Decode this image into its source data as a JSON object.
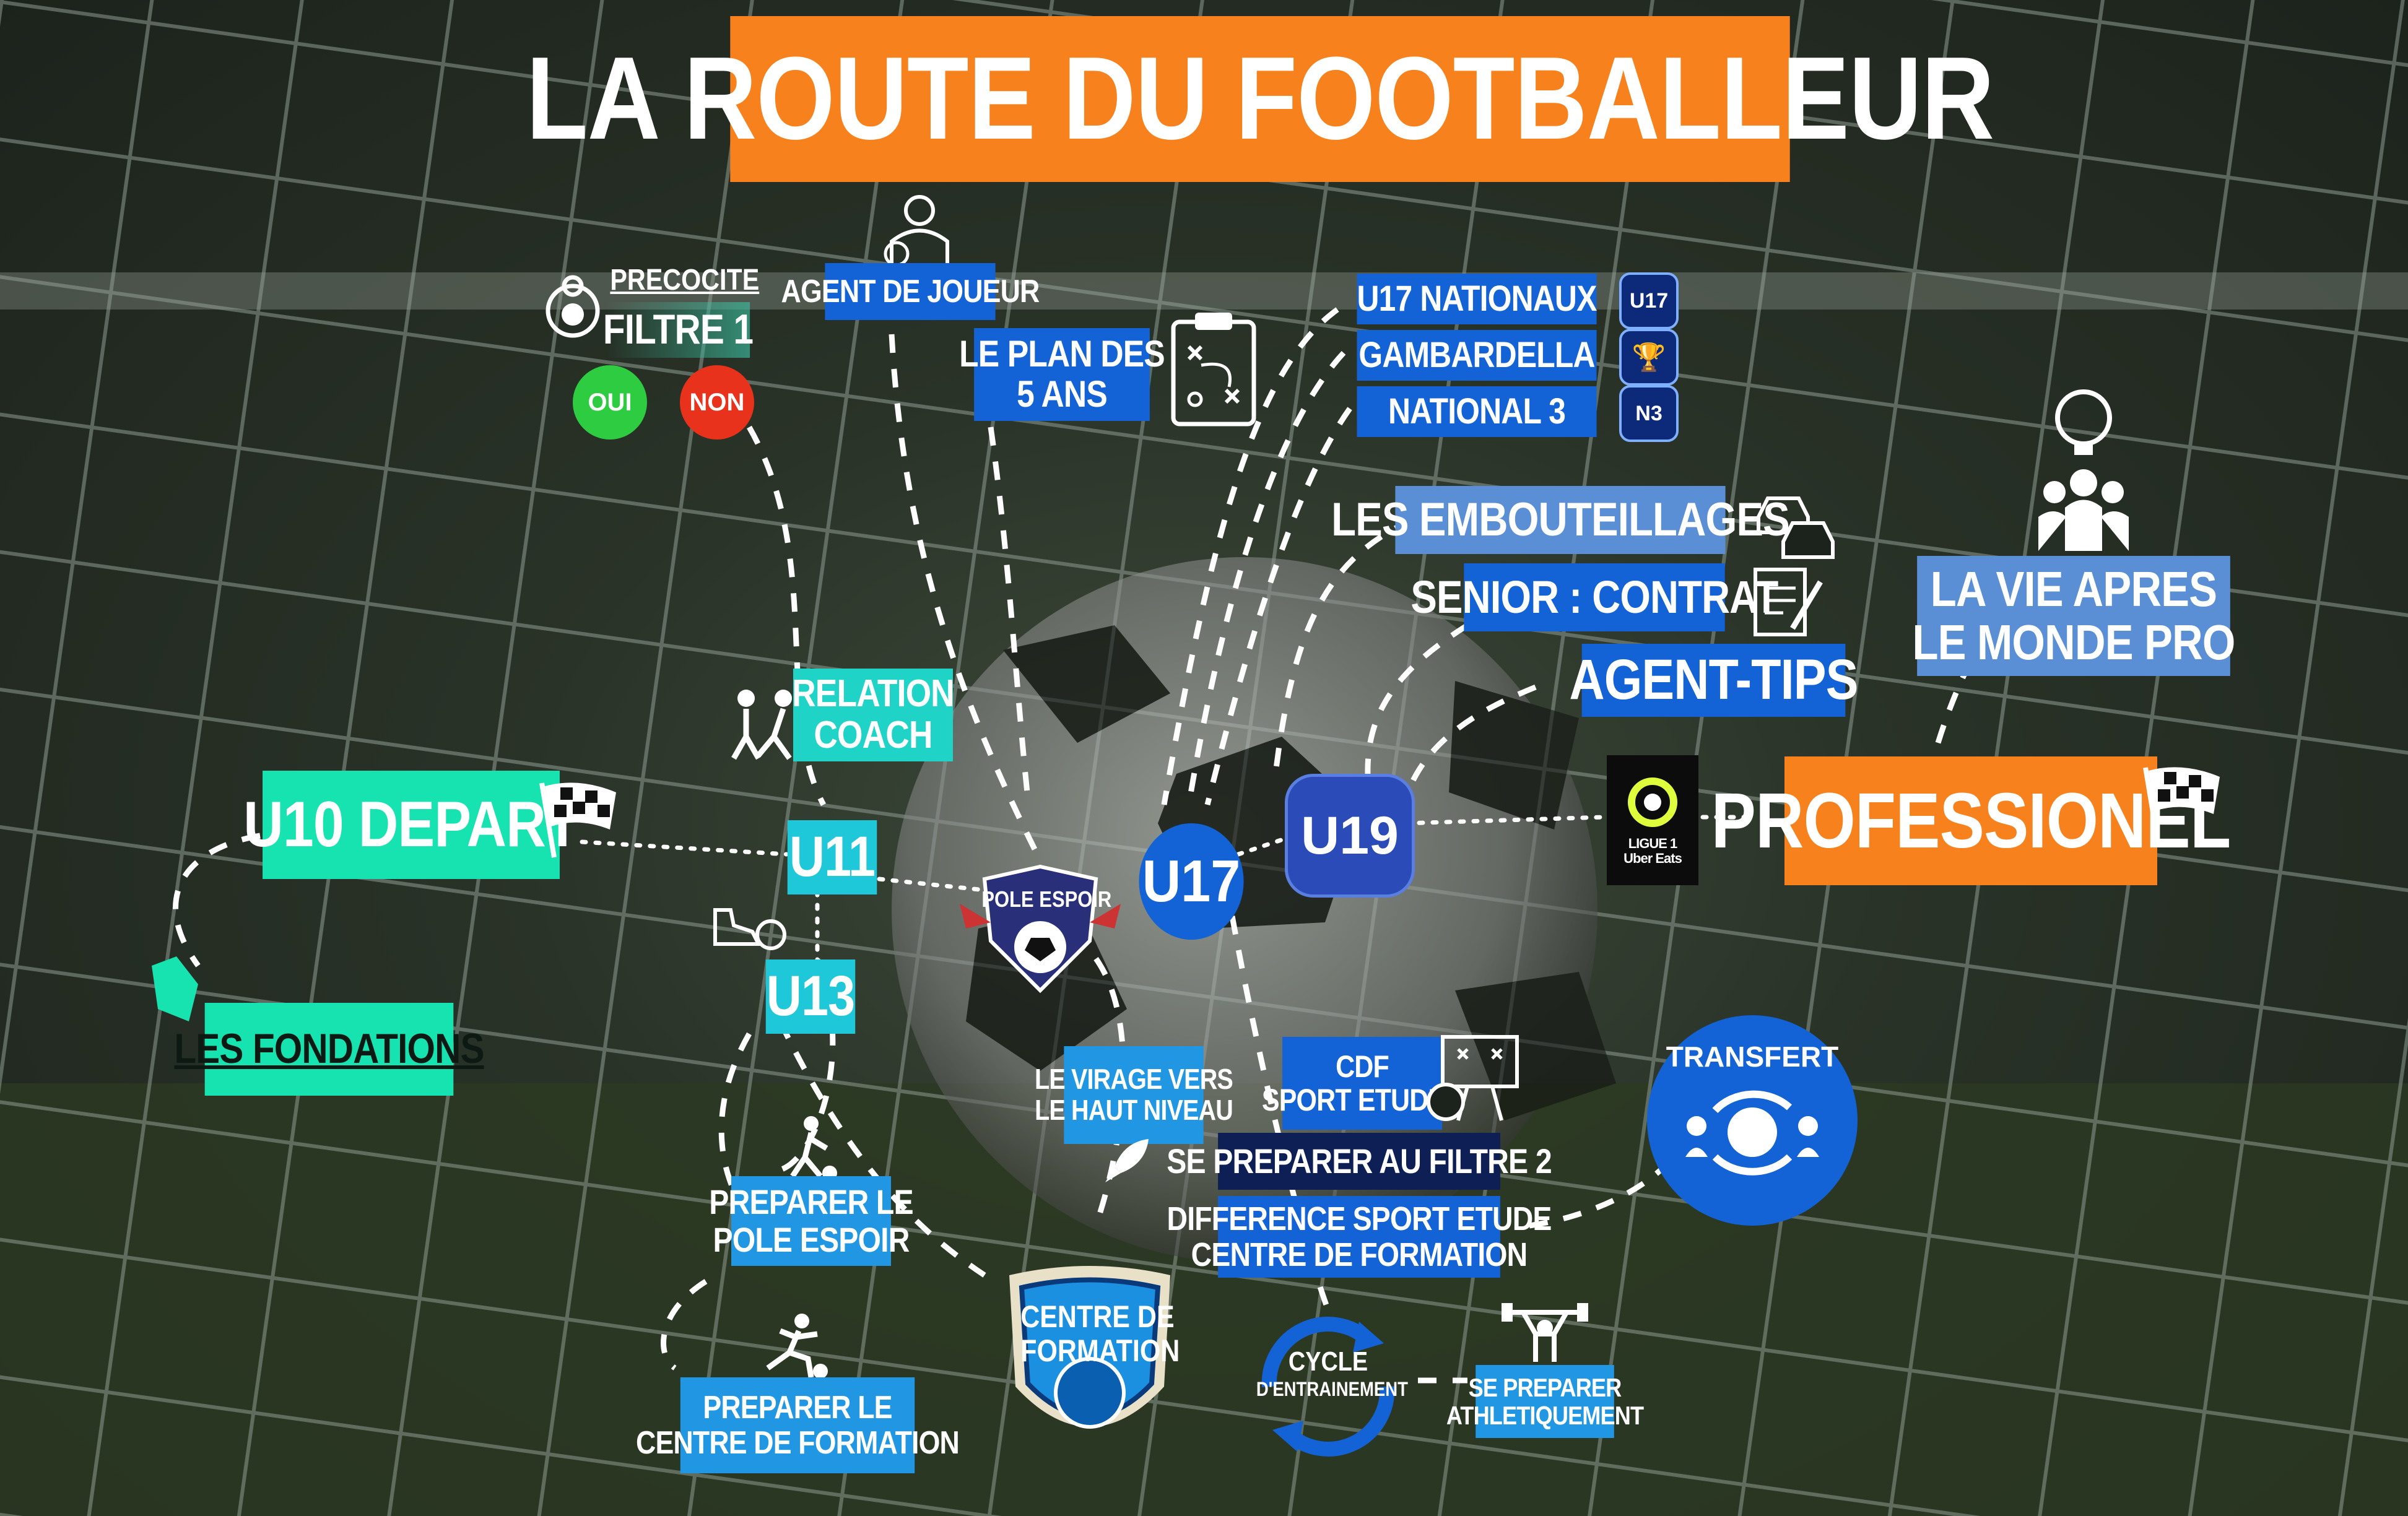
{
  "title": "LA ROUTE DU FOOTBALLEUR",
  "precocite": {
    "label": "PRECOCITE",
    "filter": "FILTRE 1",
    "yes": "OUI",
    "no": "NON"
  },
  "agent_joueur": "AGENT DE JOUEUR",
  "plan_5_ans": {
    "line1": "LE PLAN DES",
    "line2": "5 ANS"
  },
  "u17_levels": [
    "U17 NATIONAUX",
    "GAMBARDELLA",
    "NATIONAL 3"
  ],
  "level_badges": [
    "U17",
    "",
    "N3"
  ],
  "embouteillages": "LES EMBOUTEILLAGES",
  "senior_contrat": "SENIOR : CONTRAT",
  "agent_tips": "AGENT-TIPS",
  "vie_apres": {
    "line1": "LA VIE APRES",
    "line2": "LE MONDE PRO"
  },
  "relation_coach": {
    "line1": "RELATION",
    "line2": "COACH"
  },
  "u10_depart": "U10 DEPART",
  "u11": "U11",
  "u13": "U13",
  "pole_espoir": "POLE ESPOIR",
  "u17": "U17",
  "u19": "U19",
  "ligue1": {
    "line1": "LIGUE 1",
    "line2": "Uber Eats"
  },
  "professionel": "PROFESSIONEL",
  "fondations": "LES FONDATIONS",
  "virage": {
    "line1": "LE VIRAGE VERS",
    "line2": "LE HAUT NIVEAU"
  },
  "cdf": {
    "line1": "CDF",
    "line2": "SPORT ETUDES"
  },
  "filtre2": "SE PREPARER AU FILTRE 2",
  "difference": {
    "line1": "DIFFERENCE SPORT ETUDE",
    "line2": "CENTRE DE FORMATION"
  },
  "transfert": "TRANSFERT",
  "preparer_pole": {
    "line1": "PREPARER LE",
    "line2": "POLE ESPOIR"
  },
  "centre_formation": {
    "line1": "CENTRE DE",
    "line2": "FORMATION"
  },
  "cycle": {
    "line1": "CYCLE",
    "line2": "D'ENTRAINEMENT"
  },
  "preparer_athle": {
    "line1": "SE PREPARER",
    "line2": "ATHLETIQUEMENT"
  },
  "preparer_centre": {
    "line1": "PREPARER LE",
    "line2": "CENTRE DE FORMATION"
  },
  "colors": {
    "orange": "#f7811c",
    "blue": "#1463d6",
    "light_blue": "#2196e3",
    "cyan": "#1fd3c7",
    "mint": "#16e3b0",
    "green": "#2ecc40",
    "red": "#e8321c"
  }
}
